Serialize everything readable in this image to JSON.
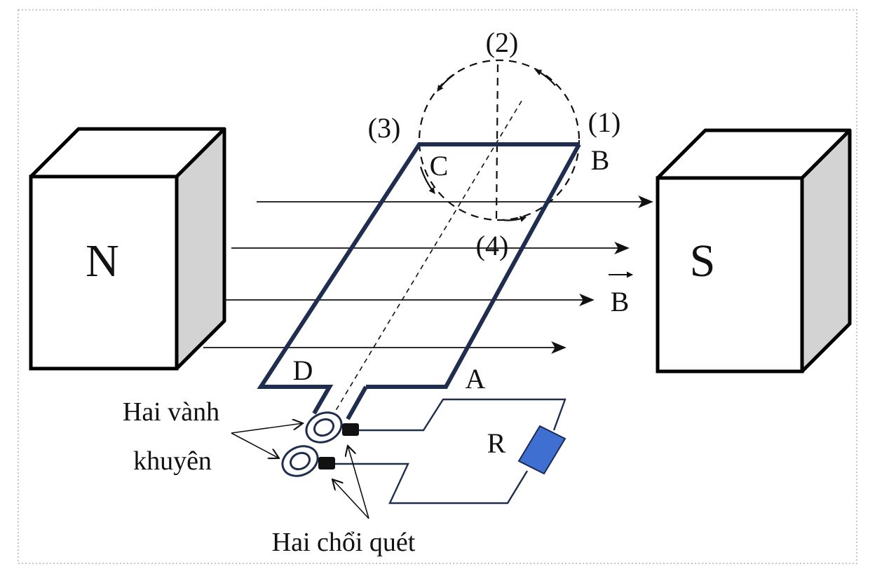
{
  "magnets": {
    "north": {
      "label": "N"
    },
    "south": {
      "label": "S"
    }
  },
  "field": {
    "label": "B"
  },
  "positions": {
    "p1": "(1)",
    "p2": "(2)",
    "p3": "(3)",
    "p4": "(4)"
  },
  "coil_corners": {
    "a": "A",
    "b": "B",
    "c": "C",
    "d": "D"
  },
  "resistor": {
    "label": "R"
  },
  "callouts": {
    "rings_line1": "Hai vành",
    "rings_line2": "khuyên",
    "brushes": "Hai chổi quét"
  },
  "colors": {
    "coil": "#1f2d4f",
    "resistor": "#3f6fd0",
    "magnet_side": "#d3d3d3",
    "frame": "#b5b5b5"
  }
}
